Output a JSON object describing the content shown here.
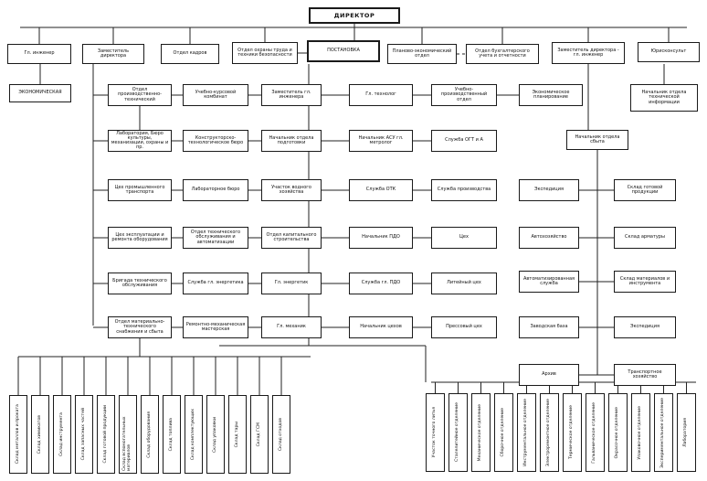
{
  "director": "ДИРЕКТОР",
  "top": [
    {
      "id": "t_gl_inzh",
      "label": "Гл. инженер"
    },
    {
      "id": "t_zam_adm",
      "label": "Заместитель директора"
    },
    {
      "id": "t_otdel_kadrov",
      "label": "Отдел кадров"
    },
    {
      "id": "t_ohrana",
      "label": "Отдел охраны труда и техники безопасности"
    },
    {
      "id": "t_center",
      "label": "ПОСТАНОВКА"
    },
    {
      "id": "t_plan",
      "label": "Планово-экономический отдел"
    },
    {
      "id": "t_buh",
      "label": "Отдел бухгалтерского учета и отчетности"
    },
    {
      "id": "t_zam_gl",
      "label": "Заместитель директора - гл. инженер"
    },
    {
      "id": "t_right",
      "label": "Юрисконсульт"
    }
  ],
  "under": [
    {
      "id": "u_left",
      "label": "ЭКОНОМИЧЕСКАЯ"
    },
    {
      "id": "u_right",
      "label": "Начальник отдела технической информации"
    }
  ],
  "grid": [
    {
      "id": "c1r1",
      "label": "Отдел производственно-технический"
    },
    {
      "id": "c1r2",
      "label": "Лаборатория, Бюро культуры, механизации, охраны и пр."
    },
    {
      "id": "c1r3",
      "label": "Цех промышленного транспорта"
    },
    {
      "id": "c1r4",
      "label": "Цех эксплуатации и ремонта оборудования"
    },
    {
      "id": "c1r5",
      "label": "Бригада технического обслуживания"
    },
    {
      "id": "c1r6",
      "label": "Отдел материально-технического снабжения и сбыта"
    },
    {
      "id": "c2r1",
      "label": "Учебно-курсовой комбинат"
    },
    {
      "id": "c2r2",
      "label": "Конструкторско-технологическое бюро"
    },
    {
      "id": "c2r3",
      "label": "Лабораторное бюро"
    },
    {
      "id": "c2r4",
      "label": "Отдел технического обслуживания и автоматизации"
    },
    {
      "id": "c2r5",
      "label": "Служба гл. энергетика"
    },
    {
      "id": "c2r6",
      "label": "Ремонтно-механическая мастерская"
    },
    {
      "id": "c3r1",
      "label": "Заместитель гл. инженера"
    },
    {
      "id": "c3r2",
      "label": "Начальник отдела подготовки"
    },
    {
      "id": "c3r3",
      "label": "Участок водного хозяйства"
    },
    {
      "id": "c3r4",
      "label": "Отдел капитального строительства"
    },
    {
      "id": "c3r5",
      "label": "Гл. энергетик"
    },
    {
      "id": "c3r6",
      "label": "Гл. механик"
    },
    {
      "id": "c4r1",
      "label": "Гл. технолог"
    },
    {
      "id": "c4r2",
      "label": "Начальник АСУ гл. метролог"
    },
    {
      "id": "c4r3",
      "label": "Служба ОТК"
    },
    {
      "id": "c4r4",
      "label": "Начальник ПДО"
    },
    {
      "id": "c4r5",
      "label": "Служба гл. ПДО"
    },
    {
      "id": "c4r6",
      "label": "Начальник цехов"
    },
    {
      "id": "c5r1",
      "label": "Учебно-производственный отдел"
    },
    {
      "id": "c5r2",
      "label": "Служба ОГТ и А"
    },
    {
      "id": "c5r3",
      "label": "Служба производства"
    },
    {
      "id": "c5r4",
      "label": "Цех"
    },
    {
      "id": "c5r5",
      "label": "Литейный цех"
    },
    {
      "id": "c5r6",
      "label": "Прессовый цех"
    },
    {
      "id": "c6r1",
      "label": "Экономическое планирование"
    },
    {
      "id": "r_head",
      "label": "Начальник отдела сбыта"
    },
    {
      "id": "rl1",
      "label": "Экспедиция"
    },
    {
      "id": "rl2",
      "label": "Автохозяйство"
    },
    {
      "id": "rl3",
      "label": "Автоматизированная служба"
    },
    {
      "id": "rl4",
      "label": "Заводская база"
    },
    {
      "id": "rl5",
      "label": "Архив"
    },
    {
      "id": "rr1",
      "label": "Склад готовой продукции"
    },
    {
      "id": "rr2",
      "label": "Склад арматуры"
    },
    {
      "id": "rr3",
      "label": "Склад материалов и инструмента"
    },
    {
      "id": "rr4",
      "label": "Экспедиция"
    },
    {
      "id": "rr5",
      "label": "Транспортное хозяйство"
    }
  ],
  "bottom_left": [
    "Склад металлов и проката",
    "Склад химикатов",
    "Склад инструмента",
    "Склад запасных частей",
    "Склад готовой продукции",
    "Склад вспомогательных материалов",
    "Склад оборудования",
    "Склад топлива",
    "Склад комплектующих",
    "Склад упаковки",
    "Склад тары",
    "Склад ГСМ",
    "Склад отходов"
  ],
  "bottom_right": [
    "Участок точного литья",
    "Сталелитейное отделение",
    "Механическое отделение",
    "Сборочное отделение",
    "Инструментальное отделение",
    "Электроремонтное отделение",
    "Термическое отделение",
    "Гальваническое отделение",
    "Окрасочное отделение",
    "Упаковочное отделение",
    "Экспериментальное отделение",
    "Лаборатория"
  ]
}
